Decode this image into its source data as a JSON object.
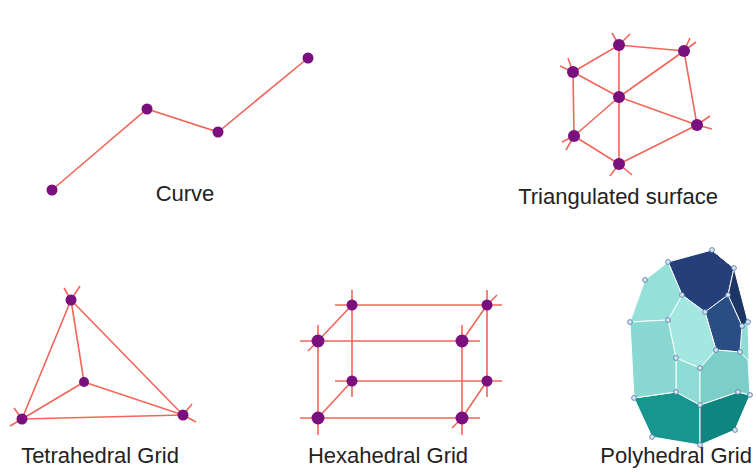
{
  "diagram": {
    "labels": [
      "Curve",
      "Triangulated surface",
      "Tetrahedral Grid",
      "Hexahedral Grid",
      "Polyhedral Grid"
    ]
  }
}
